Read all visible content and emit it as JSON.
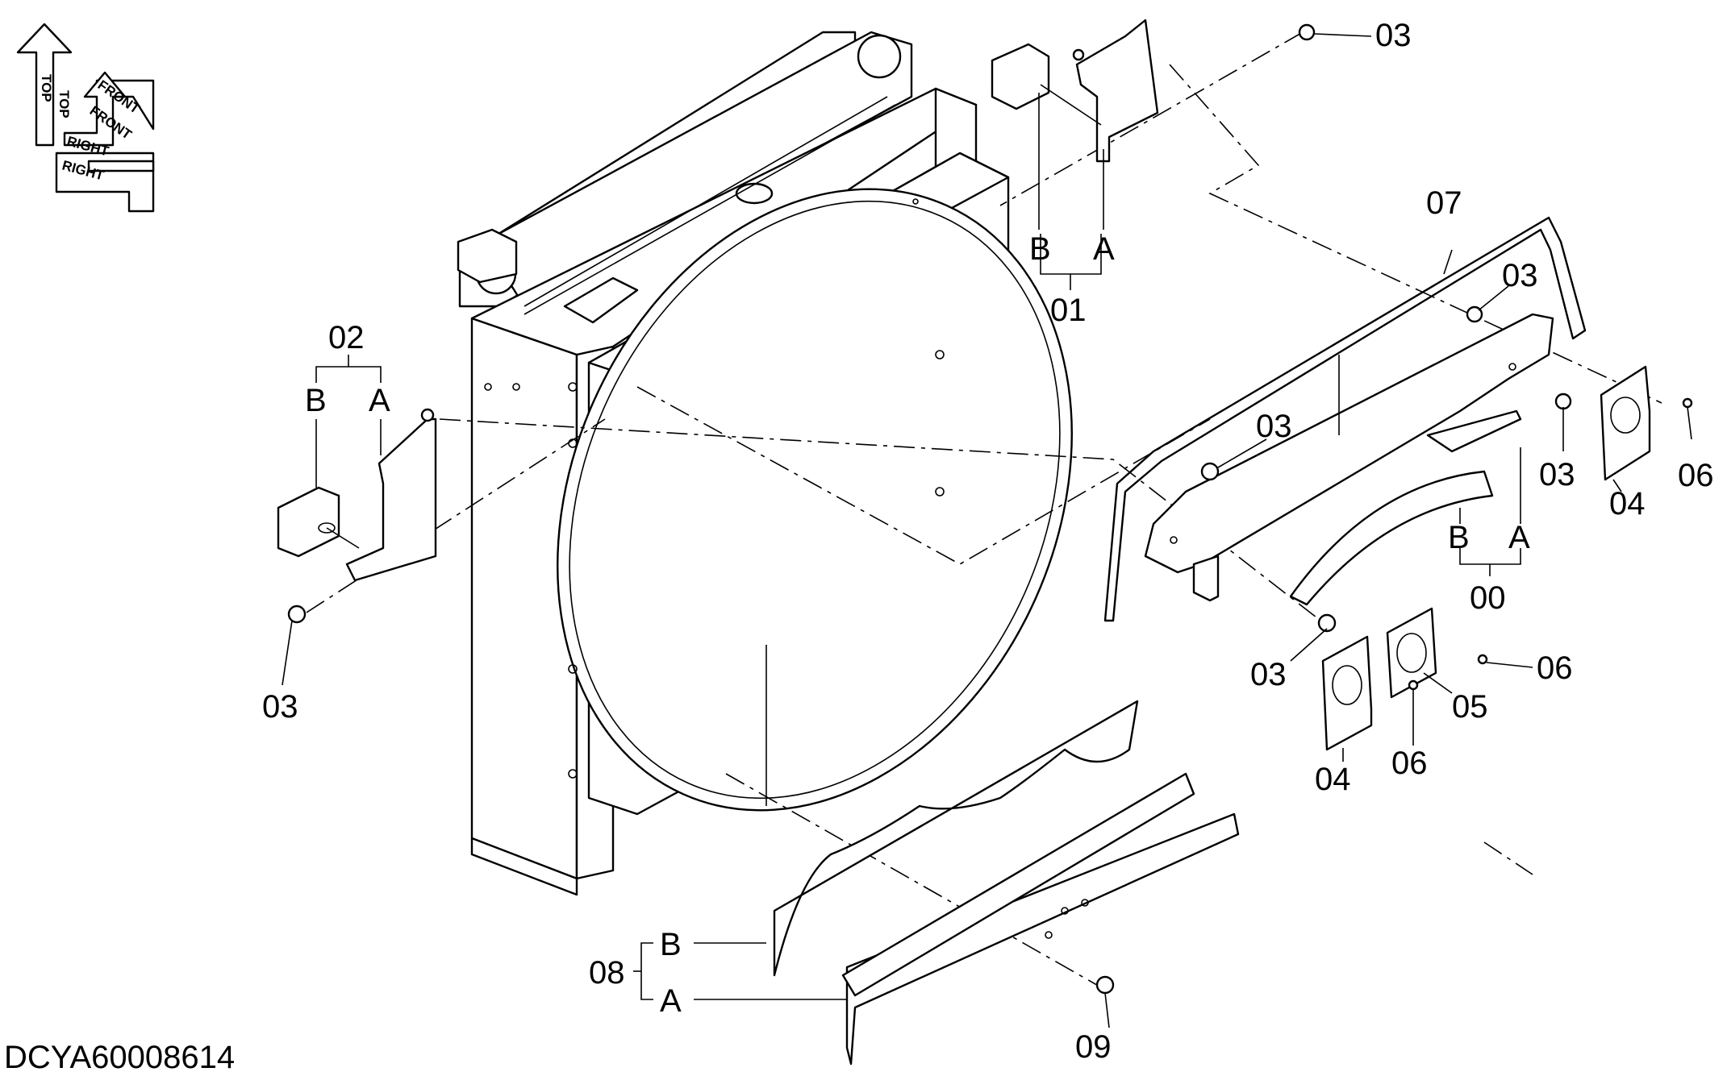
{
  "diagram_code": "DCYA60008614",
  "orientation": {
    "top": "TOP",
    "front": "FRONT",
    "right": "RIGHT"
  },
  "callouts": {
    "c00": "00",
    "c01": "01",
    "c02": "02",
    "c03": "03",
    "c04": "04",
    "c05": "05",
    "c06": "06",
    "c07": "07",
    "c08": "08",
    "c09": "09"
  },
  "sub_labels": {
    "a": "A",
    "b": "B"
  }
}
